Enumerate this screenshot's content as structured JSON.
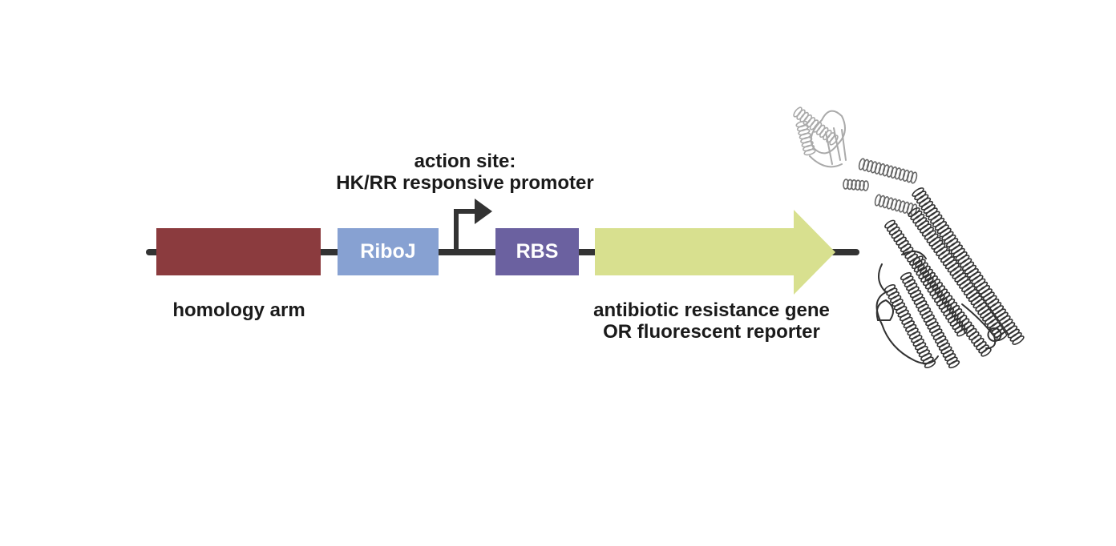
{
  "diagram": {
    "type": "genetic-construct",
    "parts": [
      {
        "id": "homology-arm",
        "label": "",
        "caption": "homology arm",
        "color": "#8b3b3e"
      },
      {
        "id": "riboj",
        "label": "RiboJ",
        "color": "#87a1d2"
      },
      {
        "id": "promoter",
        "label": "",
        "caption": "action site:\nHK/RR responsive promoter",
        "color": "#333333"
      },
      {
        "id": "rbs",
        "label": "RBS",
        "color": "#6b61a0"
      },
      {
        "id": "cds",
        "label": "",
        "caption": "antibiotic resistance gene\nOR fluorescent reporter",
        "color": "#d8e08f"
      }
    ],
    "backbone_color": "#333333",
    "protein_image": "histidine-kinase-structure"
  },
  "labels": {
    "homology_arm": "homology arm",
    "riboj": "RiboJ",
    "promoter_line1": "action site:",
    "promoter_line2": "HK/RR responsive promoter",
    "rbs": "RBS",
    "cds_line1": "antibiotic resistance gene",
    "cds_line2": "OR fluorescent reporter"
  }
}
